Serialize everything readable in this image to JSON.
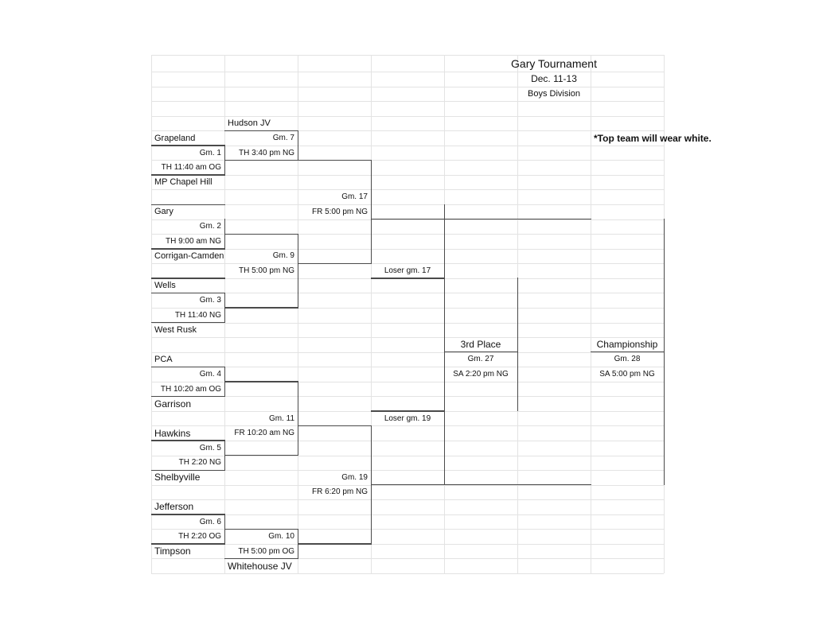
{
  "header": {
    "title": "Gary Tournament",
    "dates": "Dec. 11-13",
    "division": "Boys Division",
    "note": "*Top team will wear white."
  },
  "teams": {
    "hudson_jv": "Hudson JV",
    "grapeland": "Grapeland",
    "mp_chapel_hill": "MP Chapel Hill",
    "gary": "Gary",
    "corrigan_camden": "Corrigan-Camden",
    "wells": "Wells",
    "west_rusk": "West Rusk",
    "pca": "PCA",
    "garrison": "Garrison",
    "hawkins": "Hawkins",
    "shelbyville": "Shelbyville",
    "jefferson": "Jefferson",
    "timpson": "Timpson",
    "whitehouse_jv": "Whitehouse JV"
  },
  "games": {
    "g1": {
      "label": "Gm. 1",
      "time": "TH 11:40 am  OG"
    },
    "g2": {
      "label": "Gm. 2",
      "time": "TH 9:00 am  NG"
    },
    "g3": {
      "label": "Gm. 3",
      "time": "TH 11:40  NG"
    },
    "g4": {
      "label": "Gm. 4",
      "time": "TH 10:20 am  OG"
    },
    "g5": {
      "label": "Gm. 5",
      "time": "TH 2:20  NG"
    },
    "g6": {
      "label": "Gm. 6",
      "time": "TH 2:20  OG"
    },
    "g7": {
      "label": "Gm. 7",
      "time": "TH 3:40 pm  NG"
    },
    "g9": {
      "label": "Gm. 9",
      "time": "TH 5:00 pm  NG"
    },
    "g10": {
      "label": "Gm. 10",
      "time": "TH 5:00 pm  OG"
    },
    "g11": {
      "label": "Gm. 11",
      "time": "FR 10:20 am  NG"
    },
    "g17": {
      "label": "Gm. 17",
      "time": "FR  5:00 pm  NG"
    },
    "g19": {
      "label": "Gm. 19",
      "time": "FR  6:20 pm  NG"
    },
    "loser17": "Loser gm.  17",
    "loser19": "Loser gm. 19",
    "third_place": {
      "title": "3rd Place",
      "label": "Gm. 27",
      "time": "SA 2:20 pm  NG"
    },
    "championship": {
      "title": "Championship",
      "label": "Gm. 28",
      "time": "SA 5:00 pm  NG"
    }
  }
}
